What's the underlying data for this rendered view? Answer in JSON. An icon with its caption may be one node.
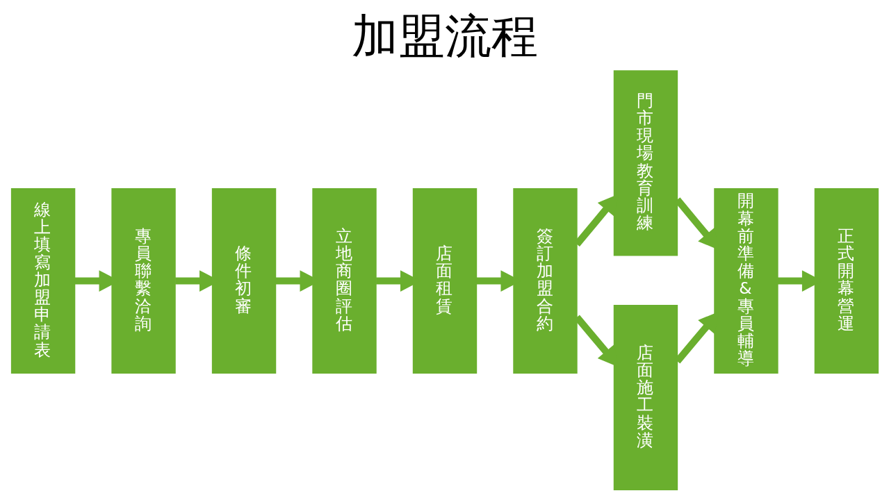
{
  "diagram": {
    "title": "加盟流程",
    "nodes": [
      {
        "text": [
          "線上填寫加盟申請表"
        ]
      },
      {
        "text": [
          "專員聯繫洽詢"
        ]
      },
      {
        "text": [
          "條件初審"
        ]
      },
      {
        "text": [
          "立地商圈評估"
        ]
      },
      {
        "text": [
          "店面租賃"
        ]
      },
      {
        "text": [
          "簽訂加盟合約"
        ]
      },
      {
        "text": [
          "門市現場教育訓練"
        ]
      },
      {
        "text": [
          "店面施工裝潢"
        ]
      },
      {
        "text": [
          "開幕前準備&專員輔導"
        ]
      },
      {
        "text": [
          "正式開幕營運"
        ]
      }
    ],
    "edges": [
      {
        "from": 0,
        "to": 1,
        "arrow": "to"
      },
      {
        "from": 1,
        "to": 2,
        "arrow": "to"
      },
      {
        "from": 2,
        "to": 3,
        "arrow": "to"
      },
      {
        "from": 3,
        "to": 4,
        "arrow": "to"
      },
      {
        "from": 4,
        "to": 5,
        "arrow": "to"
      },
      {
        "from": 5,
        "to": 6,
        "arrow": "to"
      },
      {
        "from": 5,
        "to": 7,
        "arrow": "to"
      },
      {
        "from": 6,
        "to": 8,
        "arrow": "to"
      },
      {
        "from": 7,
        "to": 8,
        "arrow": "to"
      },
      {
        "from": 8,
        "to": 9,
        "arrow": "to"
      }
    ]
  }
}
